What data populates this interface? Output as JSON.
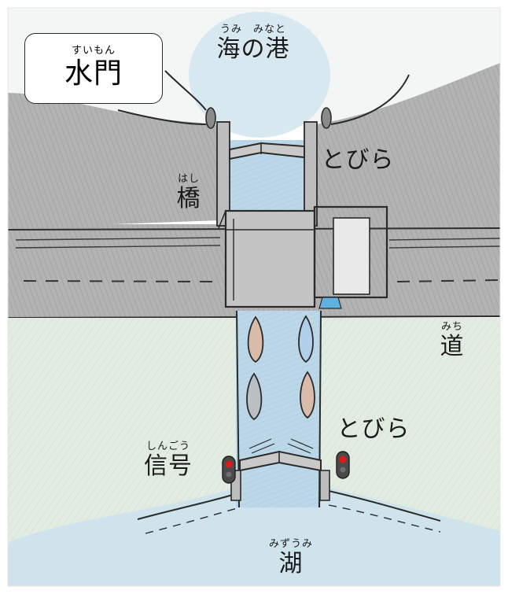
{
  "title": {
    "ruby": "すいもん",
    "text": "水門"
  },
  "labels": {
    "sea_port": {
      "ruby": "うみ　みなと",
      "text": "海の港"
    },
    "gate_top": {
      "ruby": "",
      "text": "とびら"
    },
    "bridge": {
      "ruby": "はし",
      "text": "橋"
    },
    "road": {
      "ruby": "みち",
      "text": "道"
    },
    "gate_bottom": {
      "ruby": "",
      "text": "とびら"
    },
    "signal": {
      "ruby": "しんごう",
      "text": "信号"
    },
    "lake": {
      "ruby": "みずうみ",
      "text": "湖"
    }
  },
  "colors": {
    "water": "#b9d6e6",
    "grass": "#dde9dd",
    "road": "#a9a9a9",
    "sea_wash": "#cfe2ec",
    "signal_red": "#e01818",
    "boat_tan": "#d6b8a6",
    "boat_blue": "#b4d0ea",
    "boat_grey": "#b8bec4"
  },
  "icons": [
    "signal-light-icon",
    "boat-icon",
    "bollard-icon"
  ]
}
